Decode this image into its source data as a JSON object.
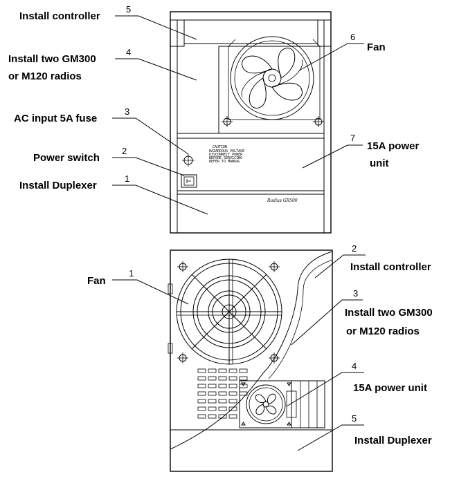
{
  "front_view": {
    "callouts": [
      {
        "num": "5",
        "label_lines": [
          "Install controller"
        ]
      },
      {
        "num": "4",
        "label_lines": [
          "Install two GM300",
          "or M120 radios"
        ]
      },
      {
        "num": "3",
        "label_lines": [
          "AC input 5A fuse"
        ]
      },
      {
        "num": "2",
        "label_lines": [
          "Power switch"
        ]
      },
      {
        "num": "1",
        "label_lines": [
          "Install Duplexer"
        ]
      },
      {
        "num": "6",
        "label_lines": [
          "Fan"
        ]
      },
      {
        "num": "7",
        "label_lines": [
          "15A power",
          "unit"
        ]
      }
    ],
    "caution_lines": [
      "CAUTION",
      "HAZARDOUS VOLTAGE",
      "DISCONNECT POWER",
      "BEFORE SERVICING",
      "REFER TO MANUAL"
    ],
    "brand_text": "Radius GR500"
  },
  "rear_view": {
    "callouts": [
      {
        "num": "1",
        "label_lines": [
          "Fan"
        ]
      },
      {
        "num": "2",
        "label_lines": [
          "Install controller"
        ]
      },
      {
        "num": "3",
        "label_lines": [
          "Install two GM300",
          "or M120 radios"
        ]
      },
      {
        "num": "4",
        "label_lines": [
          "15A power unit"
        ]
      },
      {
        "num": "5",
        "label_lines": [
          "Install Duplexer"
        ]
      }
    ]
  }
}
